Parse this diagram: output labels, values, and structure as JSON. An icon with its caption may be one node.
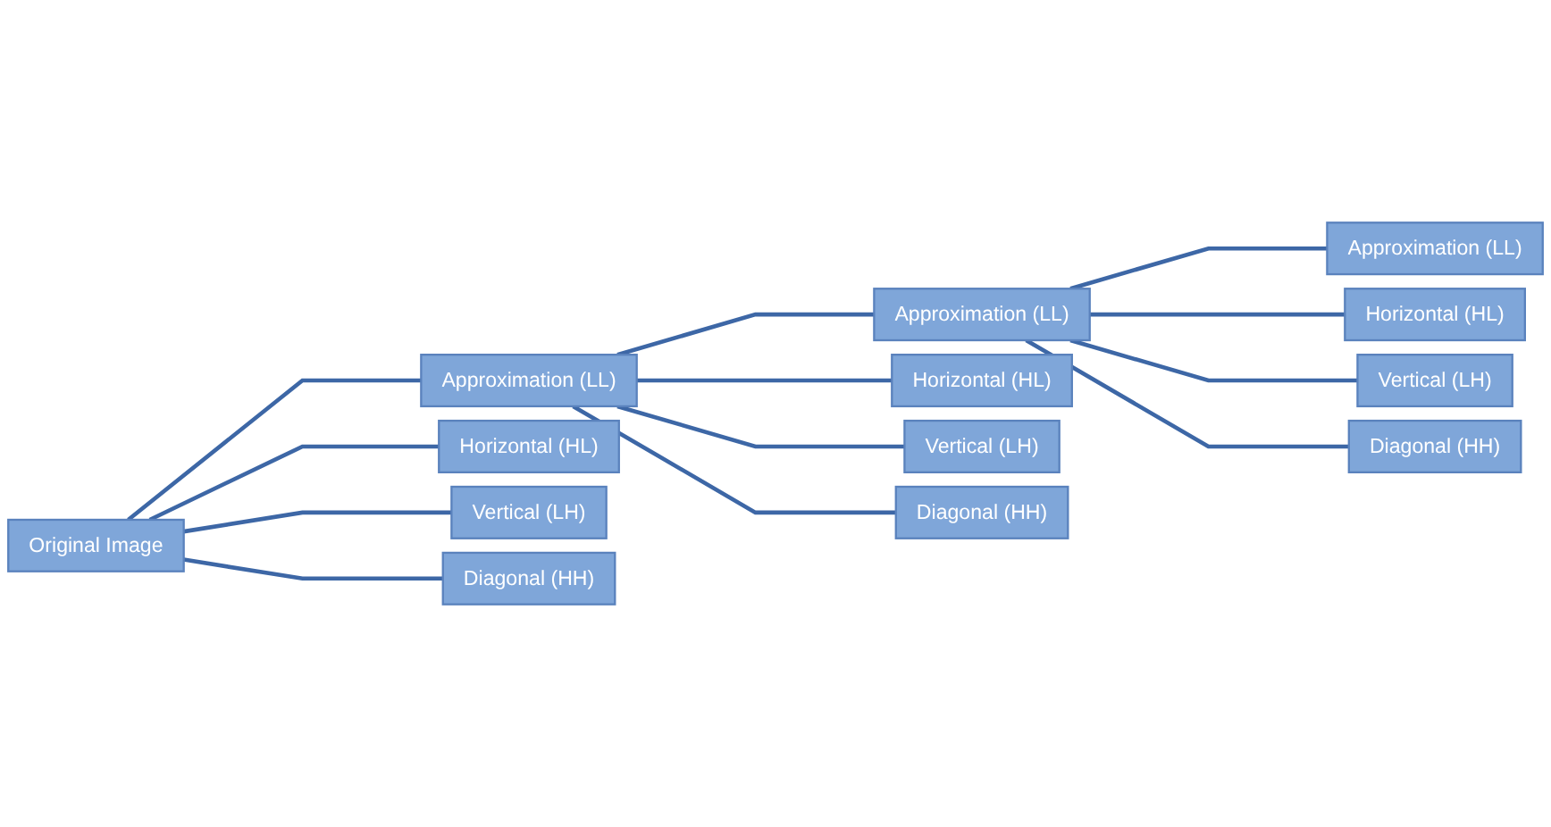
{
  "diagram": {
    "nodes": [
      {
        "text": [
          "Original Image"
        ]
      },
      {
        "text": [
          "Approximation (LL)"
        ]
      },
      {
        "text": [
          "Horizontal (HL)"
        ]
      },
      {
        "text": [
          "Vertical (LH)"
        ]
      },
      {
        "text": [
          "Diagonal (HH)"
        ]
      },
      {
        "text": [
          "Approximation (LL)"
        ]
      },
      {
        "text": [
          "Horizontal (HL)"
        ]
      },
      {
        "text": [
          "Vertical (LH)"
        ]
      },
      {
        "text": [
          "Diagonal (HH)"
        ]
      },
      {
        "text": [
          "Approximation (LL)"
        ]
      },
      {
        "text": [
          "Horizontal (HL)"
        ]
      },
      {
        "text": [
          "Vertical (LH)"
        ]
      },
      {
        "text": [
          "Diagonal (HH)"
        ]
      }
    ],
    "edges": [
      {
        "from": 0,
        "to": 1,
        "arrow": "none"
      },
      {
        "from": 0,
        "to": 2,
        "arrow": "none"
      },
      {
        "from": 0,
        "to": 3,
        "arrow": "none"
      },
      {
        "from": 0,
        "to": 4,
        "arrow": "none"
      },
      {
        "from": 1,
        "to": 5,
        "arrow": "none"
      },
      {
        "from": 1,
        "to": 6,
        "arrow": "none"
      },
      {
        "from": 1,
        "to": 7,
        "arrow": "none"
      },
      {
        "from": 1,
        "to": 8,
        "arrow": "none"
      },
      {
        "from": 5,
        "to": 9,
        "arrow": "none"
      },
      {
        "from": 5,
        "to": 10,
        "arrow": "none"
      },
      {
        "from": 5,
        "to": 11,
        "arrow": "none"
      },
      {
        "from": 5,
        "to": 12,
        "arrow": "none"
      }
    ]
  }
}
